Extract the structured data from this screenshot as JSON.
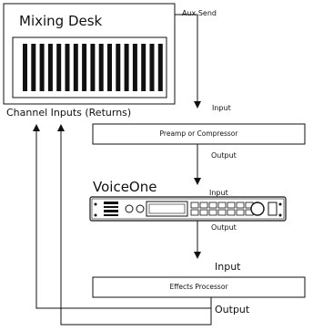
{
  "mixing_desk": {
    "label": "Mixing Desk",
    "fader_count": 17
  },
  "labels": {
    "aux_send": "Aux Send",
    "channel_inputs": "Channel Inputs (Returns)",
    "input_1": "Input",
    "output_1": "Output",
    "voiceone": "VoiceOne",
    "input_2": "Input",
    "output_2": "Output",
    "input_3": "Input",
    "output_3": "Output"
  },
  "boxes": {
    "preamp": "Preamp or Compressor",
    "effects": "Effects Processor"
  }
}
